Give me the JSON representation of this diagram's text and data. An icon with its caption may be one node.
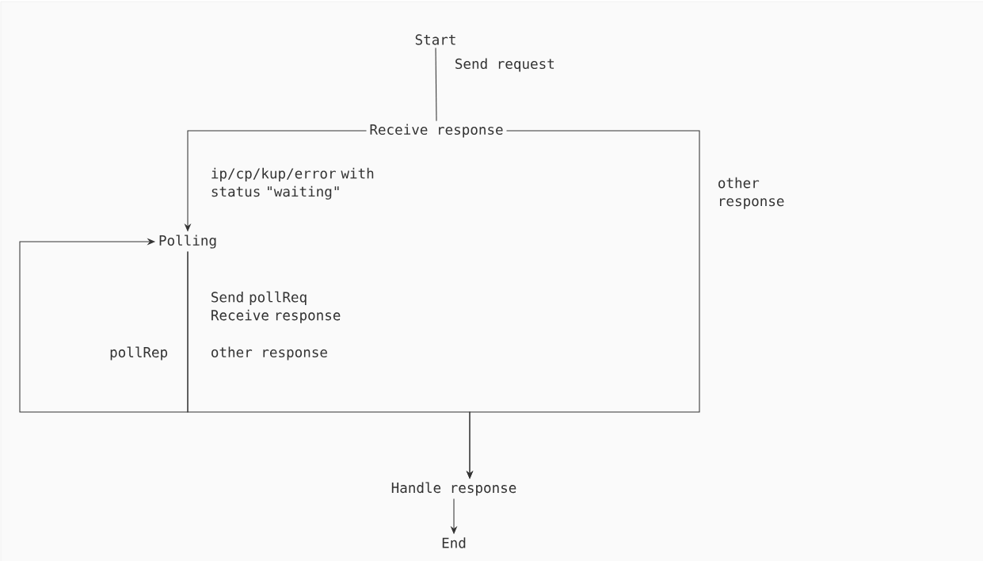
{
  "diagram": {
    "nodes": [
      {
        "text": [
          "Start"
        ]
      },
      {
        "text": [
          "Receive response"
        ]
      },
      {
        "text": [
          "Polling"
        ]
      },
      {
        "text": [
          "Handle response"
        ]
      },
      {
        "text": [
          "End"
        ]
      }
    ],
    "edges": [
      {
        "from": 0,
        "to": 1,
        "arrow": "none",
        "label": "Send request"
      },
      {
        "from": 1,
        "to": 2,
        "arrow": "to",
        "label": "ip/cp/kup/error with status \"waiting\""
      },
      {
        "from": 1,
        "to": 3,
        "arrow": "to",
        "label": "other response"
      },
      {
        "from": 2,
        "to": 2,
        "arrow": "to",
        "label": "pollRep"
      },
      {
        "from": 2,
        "to": 3,
        "arrow": "to",
        "label": "other response"
      },
      {
        "from": 3,
        "to": 4,
        "arrow": "to"
      }
    ],
    "labels": [
      "Send pollReq Receive response"
    ]
  }
}
